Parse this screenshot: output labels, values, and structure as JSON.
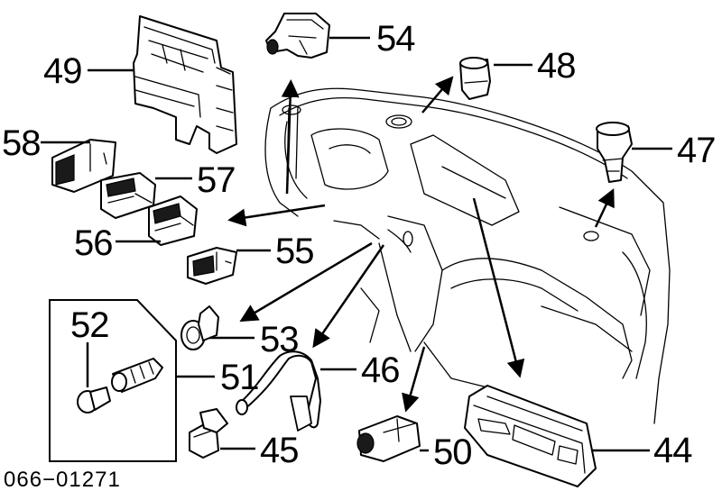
{
  "diagram": {
    "part_numbers": [
      "54",
      "48",
      "49",
      "58",
      "57",
      "56",
      "55",
      "47",
      "52",
      "51",
      "53",
      "46",
      "45",
      "50",
      "44"
    ],
    "reference_code": "066−01271"
  }
}
